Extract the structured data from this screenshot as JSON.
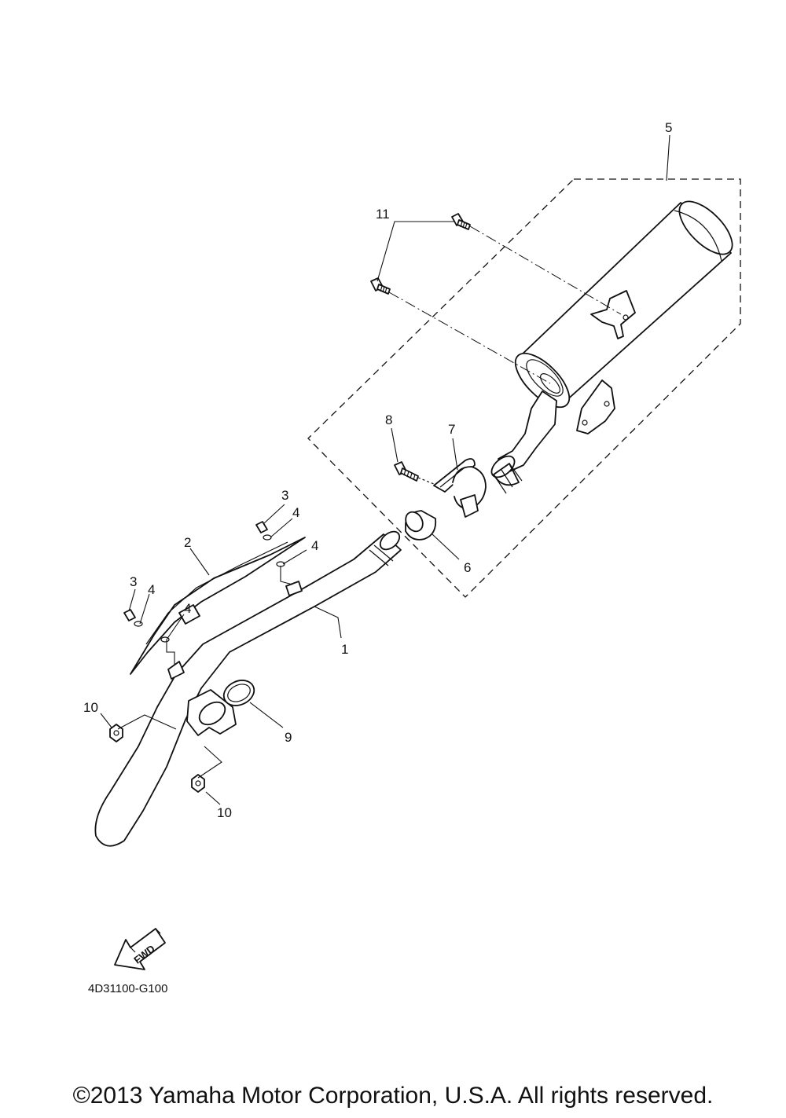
{
  "callouts": {
    "c1": "1",
    "c2": "2",
    "c3a": "3",
    "c3b": "3",
    "c4a": "4",
    "c4b": "4",
    "c4c": "4",
    "c4d": "4",
    "c5": "5",
    "c6": "6",
    "c7": "7",
    "c8": "8",
    "c9": "9",
    "c10a": "10",
    "c10b": "10",
    "c11": "11"
  },
  "fwd_label": "FWD",
  "diagram_code": "4D31100-G100",
  "copyright": "©2013 Yamaha Motor Corporation, U.S.A. All rights reserved."
}
